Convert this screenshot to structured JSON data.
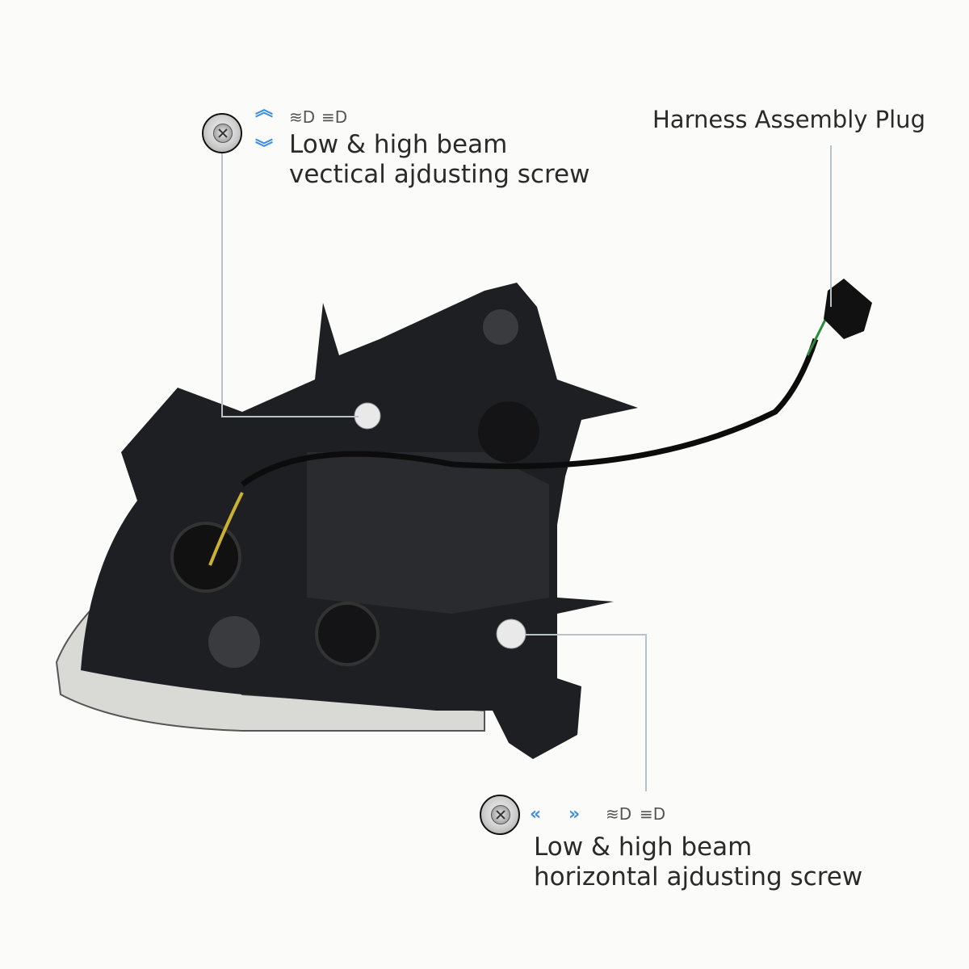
{
  "callouts": {
    "vertical": {
      "title": "Low & high beam",
      "subtitle": "vectical ajdusting screw",
      "icons": [
        "screw-icon",
        "chevron-up-icon",
        "chevron-down-icon",
        "low-beam-icon",
        "high-beam-icon"
      ]
    },
    "horizontal": {
      "title": "Low & high beam",
      "subtitle": "horizontal ajdusting screw",
      "icons": [
        "screw-icon",
        "chevron-left-icon",
        "chevron-right-icon",
        "low-beam-icon",
        "high-beam-icon"
      ]
    },
    "harness": {
      "title": "Harness Assembly Plug"
    }
  },
  "colors": {
    "accent": "#3d8ee6",
    "housing": "#1e1f22",
    "leader": "#b8c0c8"
  }
}
